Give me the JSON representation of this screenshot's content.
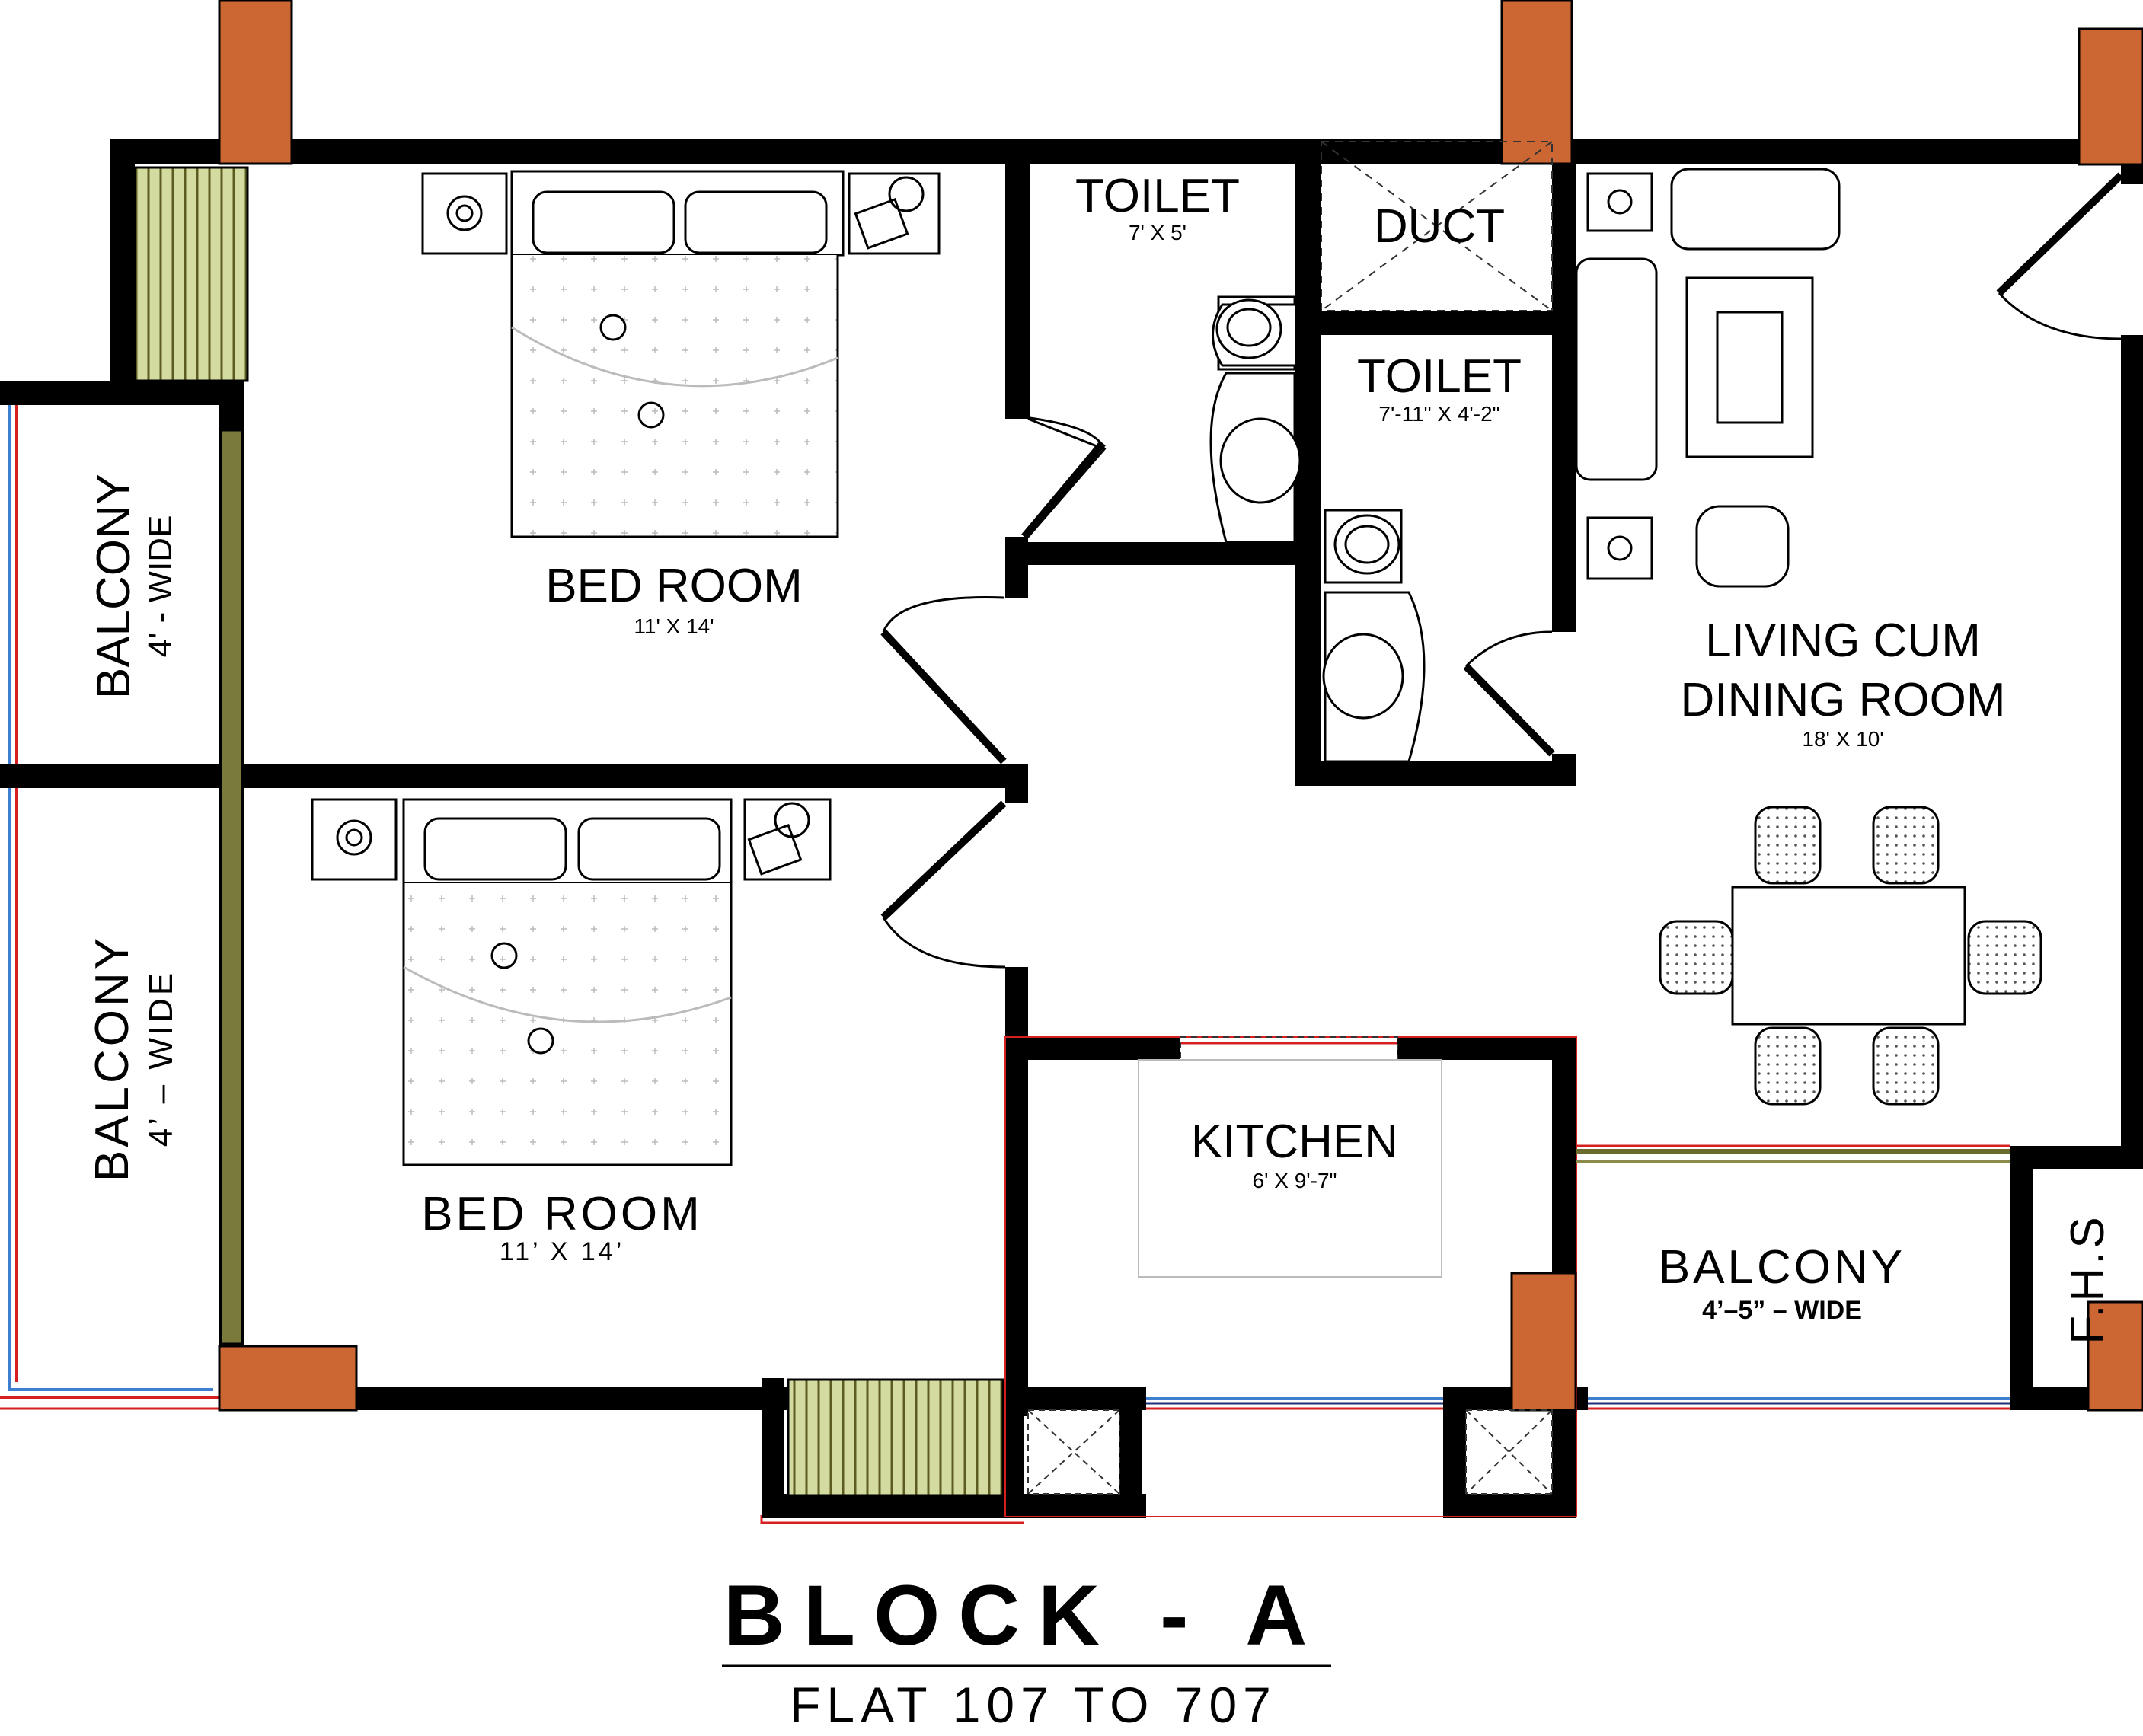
{
  "rooms": {
    "bed_room_top": {
      "name": "BED ROOM",
      "size": "11' X 14'"
    },
    "bed_room_bottom": {
      "name": "BED ROOM",
      "size": "11’ X 14’"
    },
    "toilet_1": {
      "name": "TOILET",
      "size": "7' X 5'"
    },
    "toilet_2": {
      "name": "TOILET",
      "size": "7'-11\" X 4'-2\""
    },
    "duct": {
      "name": "DUCT"
    },
    "living": {
      "line1": "LIVING CUM",
      "line2": "DINING ROOM",
      "size": "18' X 10'"
    },
    "kitchen": {
      "name": "KITCHEN",
      "size": "6' X 9'-7\""
    },
    "balcony_left_top": {
      "name": "BALCONY",
      "size": "4' - WIDE"
    },
    "balcony_left_bottom": {
      "name": "BALCONY",
      "size": "4’ – WIDE"
    },
    "balcony_bottom_right": {
      "name": "BALCONY",
      "size": "4’–5” – WIDE"
    },
    "fhs": {
      "name": "F.H.S"
    }
  },
  "title": {
    "block": "BLOCK - A",
    "flats": "FLAT 107 TO 707"
  },
  "colors": {
    "wall": "#000000",
    "column": "#cc6633",
    "balcony_rail_blue": "#3f7fd0",
    "balcony_rail_red": "#d62020",
    "window_green": "#6b6b2e",
    "shaft_fill": "#c8cf8c"
  }
}
